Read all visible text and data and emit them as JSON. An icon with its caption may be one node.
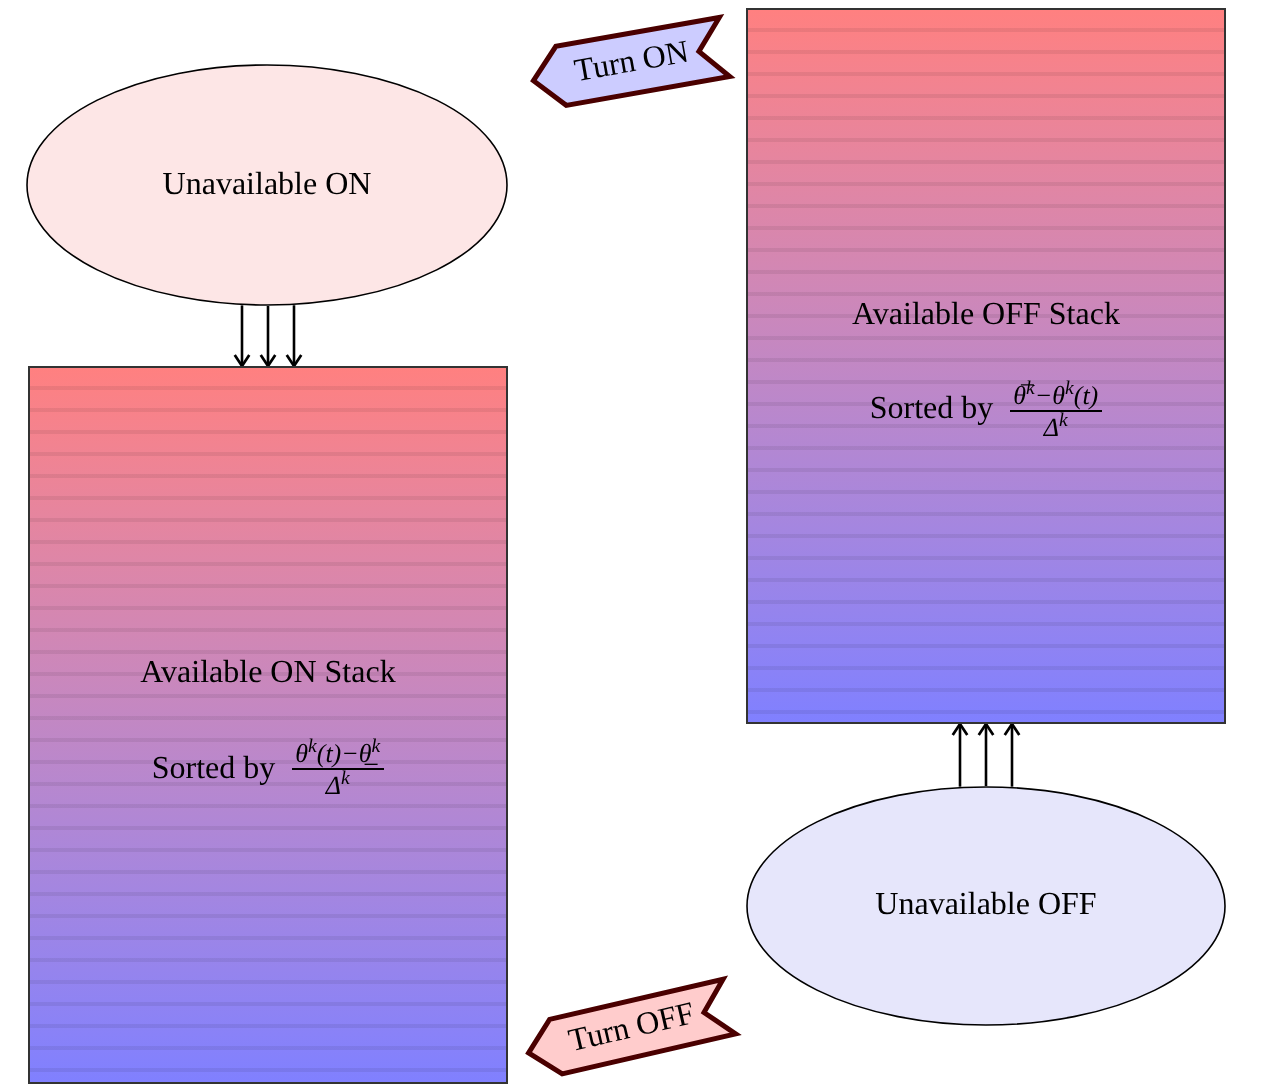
{
  "diagram": {
    "nodes": [
      {
        "text": [
          "Unavailable ON"
        ]
      },
      {
        "text": [
          "Available ON Stack",
          "Sorted by",
          "θ$^{k}$(t)−θ̲$^{k}$",
          "Δ$^{k}$"
        ]
      },
      {
        "text": [
          "Available OFF Stack",
          "Sorted by",
          "θ̅$^{k}$−θ$^{k}$(t)",
          "Δ$^{k}$"
        ]
      },
      {
        "text": [
          "Unavailable OFF"
        ]
      },
      {
        "text": [
          "Turn ON"
        ]
      },
      {
        "text": [
          "Turn OFF"
        ]
      }
    ],
    "edges": [
      {
        "from": 0,
        "to": 1,
        "arrow": "to"
      },
      {
        "from": 0,
        "to": 1,
        "arrow": "to"
      },
      {
        "from": 0,
        "to": 1,
        "arrow": "to"
      },
      {
        "from": 3,
        "to": 2,
        "arrow": "to"
      },
      {
        "from": 3,
        "to": 2,
        "arrow": "to"
      },
      {
        "from": 3,
        "to": 2,
        "arrow": "to"
      }
    ]
  }
}
